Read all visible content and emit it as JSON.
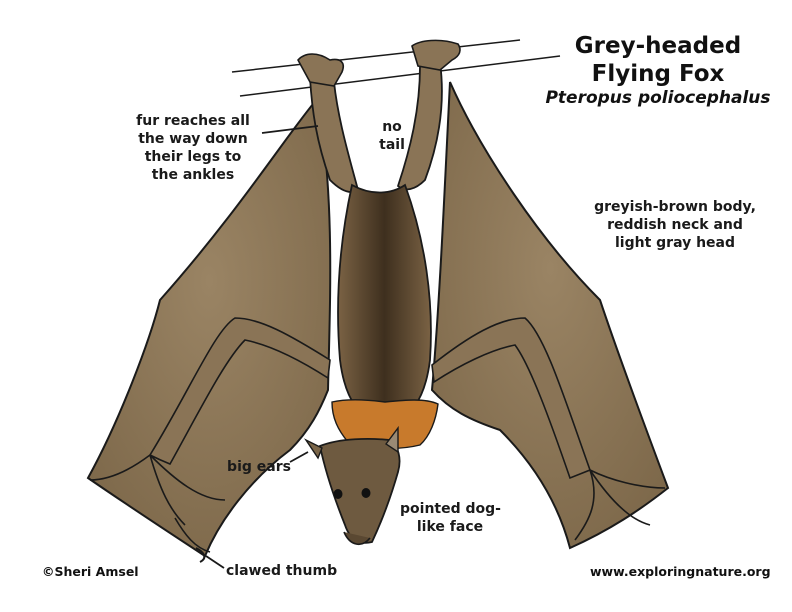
{
  "title": {
    "line1": "Grey-headed",
    "line2": "Flying Fox",
    "scientific_name": "Pteropus poliocephalus"
  },
  "labels": {
    "fur": [
      "fur reaches all",
      "the way down",
      "their legs to",
      "the ankles"
    ],
    "tail": [
      "no",
      "tail"
    ],
    "body": [
      "greyish-brown body,",
      "reddish neck and",
      "light gray head"
    ],
    "ears": "big ears",
    "face": [
      "pointed dog-",
      "like face"
    ],
    "thumb": "clawed thumb"
  },
  "credits": {
    "author": "©Sheri Amsel",
    "website": "www.exploringnature.org"
  },
  "colors": {
    "wing": "#8b7557",
    "body": "#6b5538",
    "body_dark": "#3e2f1e",
    "neck": "#c87a2c",
    "outline": "#1a1a1a"
  }
}
